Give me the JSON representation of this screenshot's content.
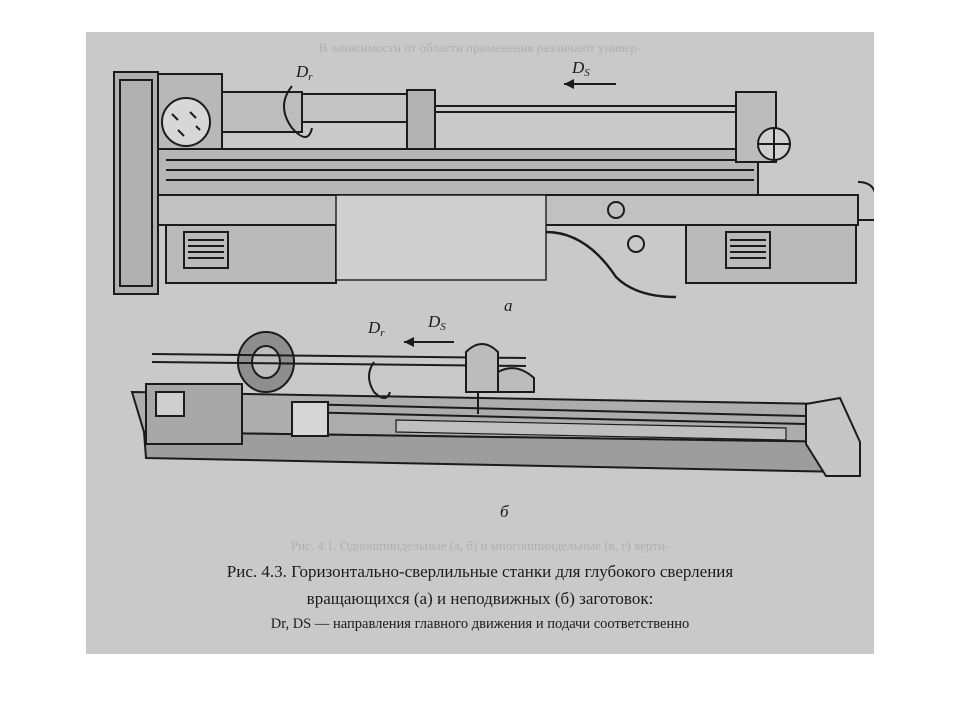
{
  "figure": {
    "label_a": "а",
    "label_b": "б",
    "dr": {
      "main": "D",
      "sub": "r"
    },
    "ds": {
      "main": "D",
      "sub": "S"
    },
    "caption_line1": "Рис. 4.3. Горизонтально-сверлильные станки для глубокого сверления",
    "caption_line2": "вращающихся (а) и неподвижных (б) заготовок:",
    "caption_line3": "Dr, DS — направления главного движения и подачи соответственно",
    "bleed_top": "В зависимости от области применения различают универ-",
    "bleed_bottom": "Рис. 4.1. Одношпиндельные (а, б) и многошпиндельные (в, г) верти-"
  },
  "colors": {
    "paper": "#c9c9c9",
    "ink": "#1b1b1b",
    "machine": "#9a9a9a"
  }
}
